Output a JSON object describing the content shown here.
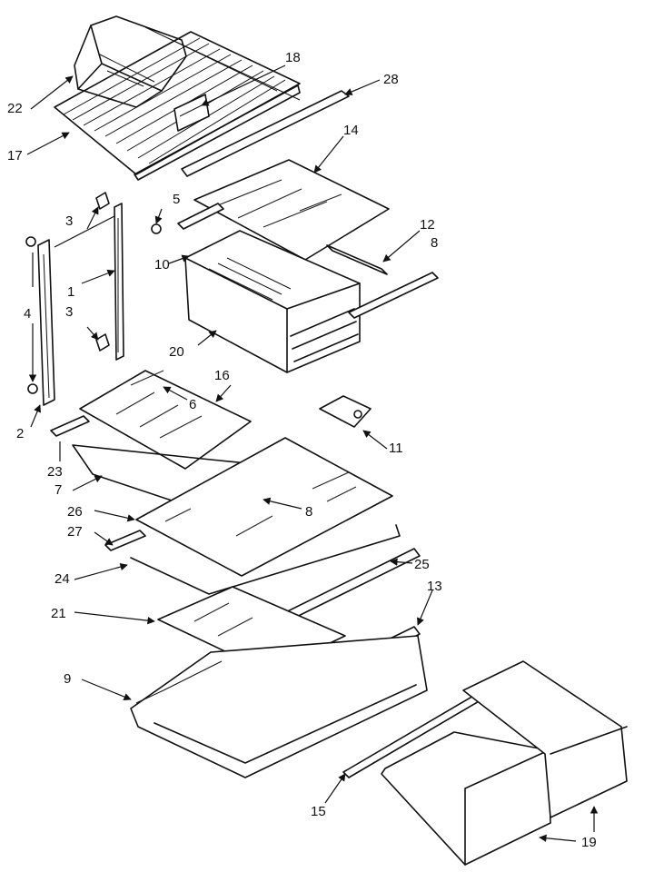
{
  "callouts": {
    "c1": "1",
    "c2": "2",
    "c3a": "3",
    "c3b": "3",
    "c4": "4",
    "c5": "5",
    "c6": "6",
    "c7": "7",
    "c8a": "8",
    "c8b": "8",
    "c9": "9",
    "c10": "10",
    "c11": "11",
    "c12": "12",
    "c13": "13",
    "c14": "14",
    "c15": "15",
    "c16": "16",
    "c17": "17",
    "c18": "18",
    "c19": "19",
    "c20": "20",
    "c21": "21",
    "c22": "22",
    "c23": "23",
    "c24": "24",
    "c25": "25",
    "c26": "26",
    "c27": "27",
    "c28": "28"
  }
}
